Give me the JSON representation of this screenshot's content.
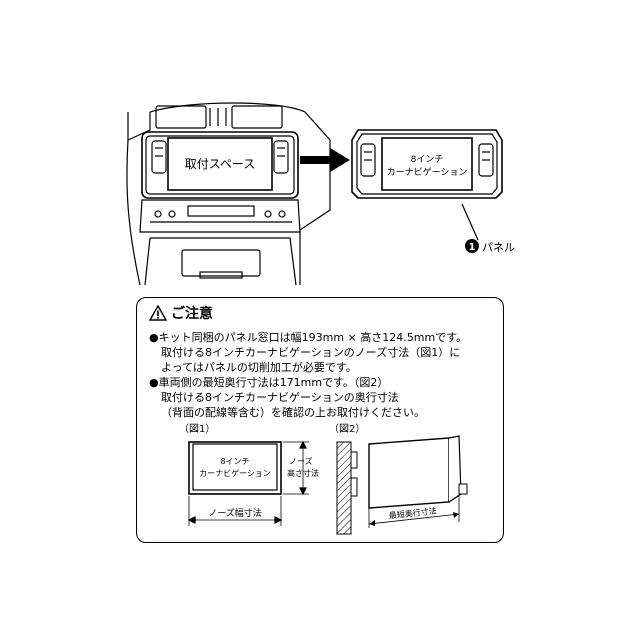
{
  "top_figure": {
    "mount_space_label": "取付スペース",
    "navi_label_line1": "8インチ",
    "navi_label_line2": "カーナビゲーション",
    "callout_number": "1",
    "callout_label": "パネル"
  },
  "notice": {
    "title": "ご注意",
    "lines": [
      {
        "bullet": "●",
        "text": "キット同梱のパネル窓口は幅193mm × 高さ124.5mmです。"
      },
      {
        "bullet": "",
        "text": "取付ける8インチカーナビゲーションのノーズ寸法（図1）に"
      },
      {
        "bullet": "",
        "text": "よってはパネルの切削加工が必要です。"
      },
      {
        "bullet": "●",
        "text": "車両側の最短奥行寸法は171mmです。（図2）"
      },
      {
        "bullet": "",
        "text": "取付ける8インチカーナビゲーションの奥行寸法"
      },
      {
        "bullet": "",
        "text": "（背面の配線等含む）を確認の上お取付けください。"
      }
    ],
    "fig1": {
      "caption": "（図1）",
      "navi_line1": "8インチ",
      "navi_line2": "カーナビゲーション",
      "height_label_line1": "ノーズ",
      "height_label_line2": "高さ寸法",
      "width_label": "ノーズ幅寸法"
    },
    "fig2": {
      "caption": "（図2）",
      "depth_label": "最短奥行寸法"
    }
  }
}
